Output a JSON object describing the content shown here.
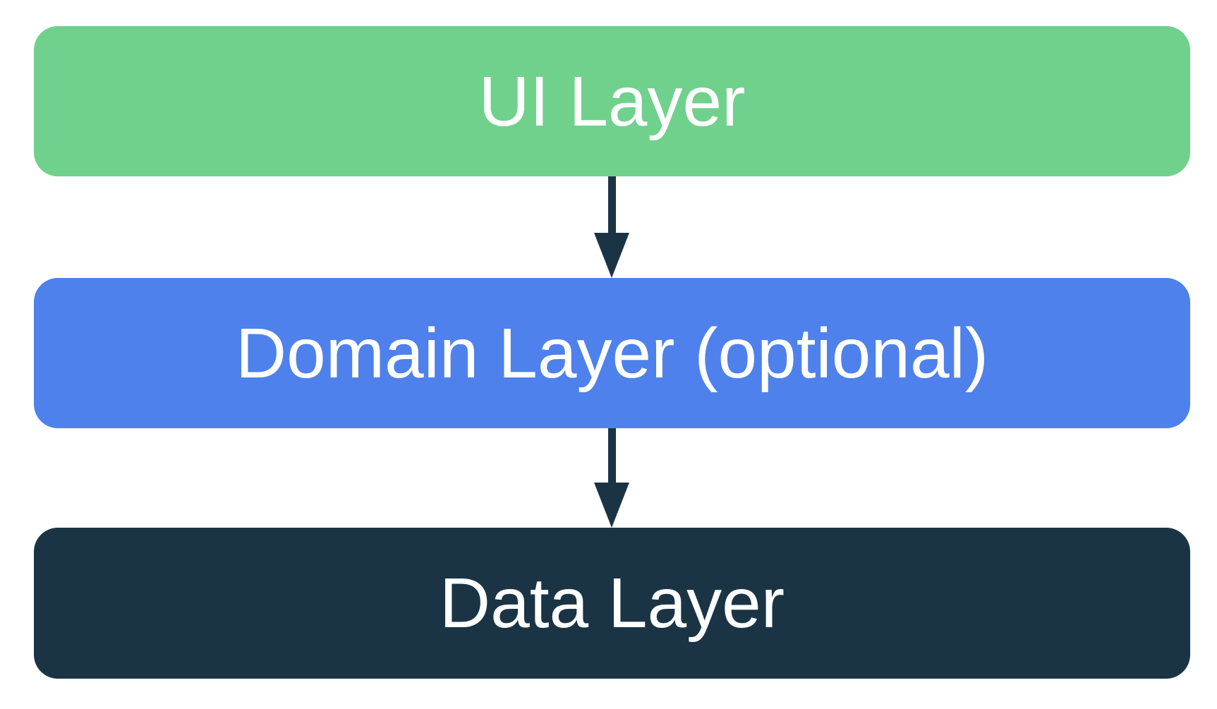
{
  "diagram": {
    "background": "#ffffff",
    "arrow_color": "#1b3445",
    "layers": [
      {
        "id": "ui-layer",
        "label": "UI Layer",
        "fill": "#6fd18c",
        "text_color": "#ffffff"
      },
      {
        "id": "domain-layer",
        "label": "Domain Layer (optional)",
        "fill": "#4e81ec",
        "text_color": "#ffffff"
      },
      {
        "id": "data-layer",
        "label": "Data Layer",
        "fill": "#1b3445",
        "text_color": "#ffffff"
      }
    ],
    "arrows": [
      {
        "from": "ui-layer",
        "to": "domain-layer"
      },
      {
        "from": "domain-layer",
        "to": "data-layer"
      }
    ]
  }
}
